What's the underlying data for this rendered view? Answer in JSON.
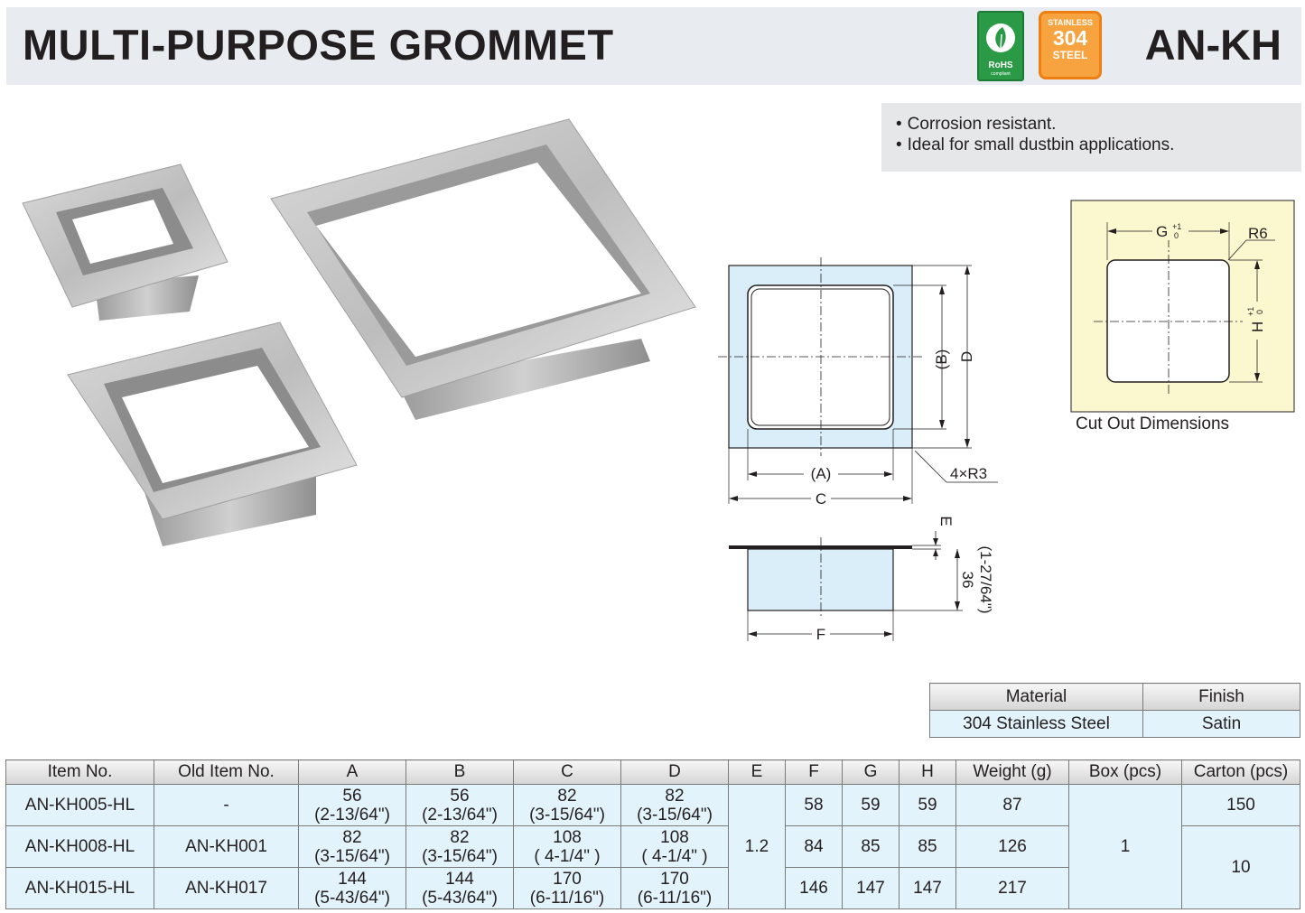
{
  "header": {
    "title": "MULTI-PURPOSE GROMMET",
    "model": "AN-KH",
    "badges": {
      "rohs_label": "RoHS",
      "rohs_sub": "compliant",
      "steel_line1": "STAINLESS",
      "steel_line2": "304",
      "steel_line3": "STEEL",
      "rohs_color": "#2a9a47",
      "steel_color": "#f7a440"
    }
  },
  "features": [
    "Corrosion resistant.",
    "Ideal for small dustbin applications."
  ],
  "drawing": {
    "labels": {
      "A": "(A)",
      "B": "(B)",
      "C": "C",
      "D": "D",
      "E": "E",
      "F": "F",
      "corner": "4×R3",
      "depth": "36",
      "depth_inch": "(1-27/64\")"
    },
    "fill_color": "#d9eef9"
  },
  "cutout": {
    "caption": "Cut Out Dimensions",
    "G": "G",
    "H": "H",
    "tol_plus": "+1",
    "tol_zero": "0",
    "radius": "R6",
    "fill_color": "#fbf7cf"
  },
  "material_table": {
    "headers": [
      "Material",
      "Finish"
    ],
    "row": [
      "304 Stainless Steel",
      "Satin"
    ]
  },
  "spec_table": {
    "headers": [
      "Item No.",
      "Old Item No.",
      "A",
      "B",
      "C",
      "D",
      "E",
      "F",
      "G",
      "H",
      "Weight (g)",
      "Box (pcs)",
      "Carton (pcs)"
    ],
    "rows": [
      {
        "item": "AN-KH005-HL",
        "old": "-",
        "A": [
          "56",
          "(2-13/64\")"
        ],
        "B": [
          "56",
          "(2-13/64\")"
        ],
        "C": [
          "82",
          "(3-15/64\")"
        ],
        "D": [
          "82",
          "(3-15/64\")"
        ],
        "F": "58",
        "G": "59",
        "H": "59",
        "weight": "87",
        "carton": "150"
      },
      {
        "item": "AN-KH008-HL",
        "old": "AN-KH001",
        "A": [
          "82",
          "(3-15/64\")"
        ],
        "B": [
          "82",
          "(3-15/64\")"
        ],
        "C": [
          "108",
          "( 4-1/4\" )"
        ],
        "D": [
          "108",
          "( 4-1/4\" )"
        ],
        "F": "84",
        "G": "85",
        "H": "85",
        "weight": "126",
        "carton": "10"
      },
      {
        "item": "AN-KH015-HL",
        "old": "AN-KH017",
        "A": [
          "144",
          "(5-43/64\")"
        ],
        "B": [
          "144",
          "(5-43/64\")"
        ],
        "C": [
          "170",
          "(6-11/16\")"
        ],
        "D": [
          "170",
          "(6-11/16\")"
        ],
        "F": "146",
        "G": "147",
        "H": "147",
        "weight": "217"
      }
    ],
    "E_shared": "1.2",
    "box_shared": "1"
  }
}
